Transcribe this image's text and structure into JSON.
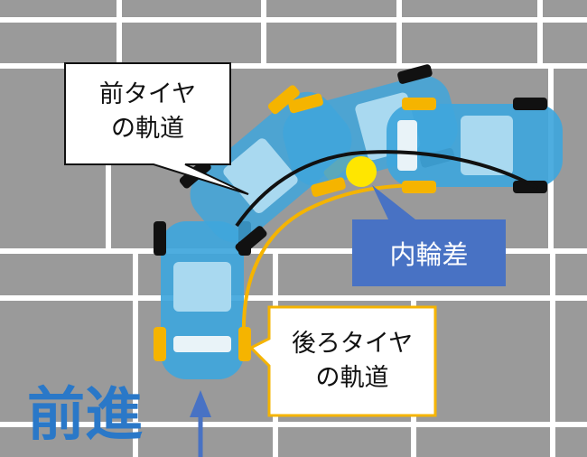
{
  "labels": {
    "front_tire_track": "前タイヤ\nの軌道",
    "rear_tire_track": "後ろタイヤ\nの軌道",
    "inner_wheel_difference": "内輪差",
    "forward": "前進"
  },
  "colors": {
    "road": "#9a9a9a",
    "tile_gap": "#ffffff",
    "car_body": "#3fa6dc",
    "front_track": "#111111",
    "rear_track": "#f5b400",
    "inner_diff_box": "#4872c4",
    "forward_text": "#2a78c8",
    "rear_callout_border": "#f5b400",
    "marker": "#ffe600"
  },
  "icons": [
    "car-icon",
    "arrow-up-icon"
  ]
}
